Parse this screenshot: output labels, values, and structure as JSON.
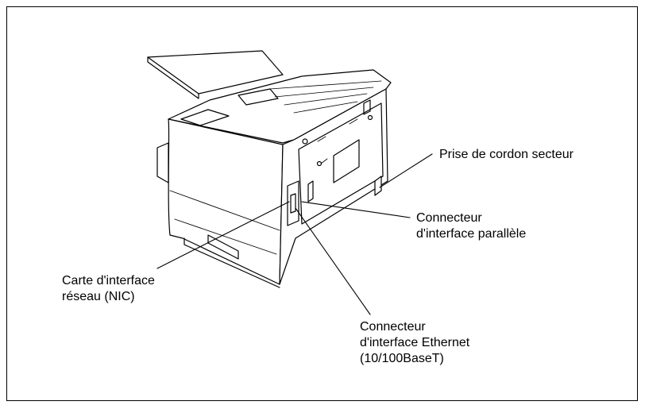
{
  "figure": {
    "labels": {
      "power_cord": [
        "Prise de cordon secteur"
      ],
      "parallel": [
        "Connecteur",
        "d'interface parallèle"
      ],
      "nic": [
        "Carte d'interface",
        "réseau (NIC)"
      ],
      "ethernet": [
        "Connecteur",
        "d'interface Ethernet",
        "(10/100BaseT)"
      ]
    },
    "subject": "printer rear view with interface connectors",
    "colors": {
      "line": "#000000",
      "fill": "#ffffff",
      "border": "#000000"
    }
  }
}
